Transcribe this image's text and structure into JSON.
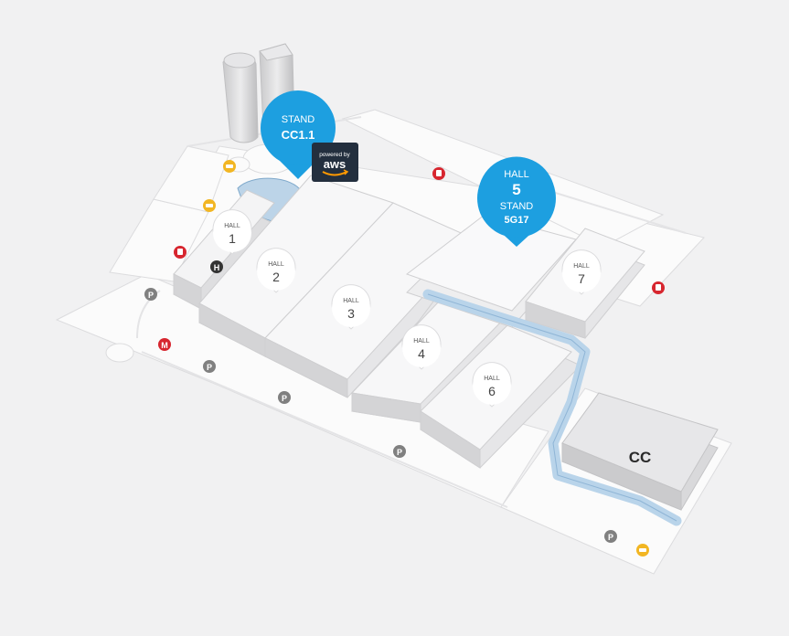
{
  "map": {
    "pins_blue": [
      {
        "id": "stand-cc1",
        "lines": [
          "STAND",
          "CC1.1"
        ]
      },
      {
        "id": "hall5-stand",
        "lines": [
          "HALL",
          "5",
          "STAND",
          "5G17"
        ]
      }
    ],
    "aws_badge": {
      "line1": "powered by",
      "line2": "aws"
    },
    "halls": [
      {
        "label": "HALL",
        "number": "1"
      },
      {
        "label": "HALL",
        "number": "2"
      },
      {
        "label": "HALL",
        "number": "3"
      },
      {
        "label": "HALL",
        "number": "4"
      },
      {
        "label": "HALL",
        "number": "6"
      },
      {
        "label": "HALL",
        "number": "7"
      }
    ],
    "cc_label": "CC",
    "hotel_label": "H",
    "metro_label": "M",
    "parking_label": "P",
    "colors": {
      "pin_blue": "#1d9fe0",
      "taxi": "#f2b623",
      "bus": "#d7262f",
      "metro": "#d7262f",
      "parking": "#808080",
      "hotel": "#333333",
      "walkway": "#b9d4ea",
      "aws_badge": "#232f3e",
      "aws_smile": "#ff9900"
    },
    "icons": {
      "taxi": "taxi-icon",
      "bus": "bus-icon",
      "metro": "metro-icon",
      "parking": "parking-icon",
      "hotel": "hotel-icon"
    }
  }
}
